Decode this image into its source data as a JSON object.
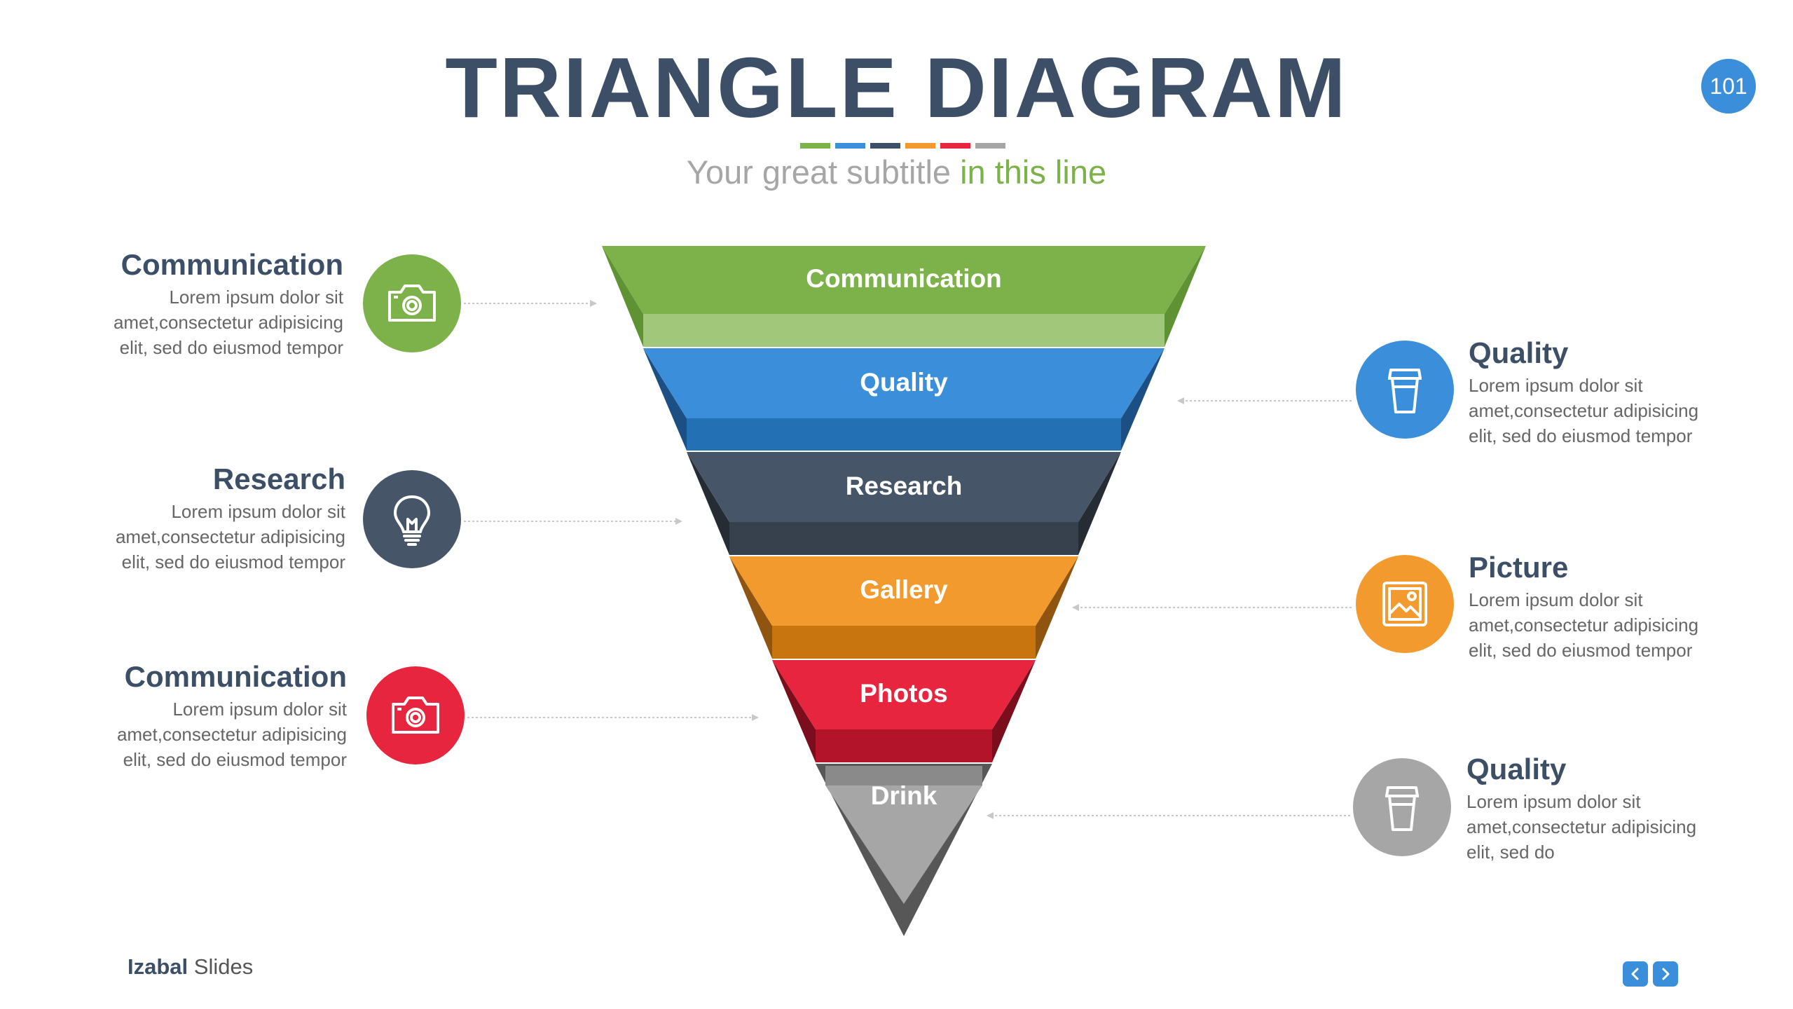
{
  "title": "TRIANGLE DIAGRAM",
  "subtitle": {
    "main": "Your great subtitle ",
    "accent": "in this line"
  },
  "page_number": "101",
  "color_bar_colors": [
    "#7db24a",
    "#3b8ed9",
    "#3d4f66",
    "#f29a2e",
    "#e8253e",
    "#a6a6a6"
  ],
  "funnel": [
    {
      "label": "Communication",
      "color": "#7db24a"
    },
    {
      "label": "Quality",
      "color": "#3b8ed9"
    },
    {
      "label": "Research",
      "color": "#475569"
    },
    {
      "label": "Gallery",
      "color": "#f29a2e"
    },
    {
      "label": "Photos",
      "color": "#e8253e"
    },
    {
      "label": "Drink",
      "color": "#a6a6a6"
    }
  ],
  "left_items": [
    {
      "title": "Communication",
      "desc": [
        "Lorem ipsum dolor sit",
        "amet,consectetur adipisicing",
        "elit, sed do eiusmod tempor"
      ],
      "icon": "camera-icon",
      "color": "#7db24a"
    },
    {
      "title": "Research",
      "desc": [
        "Lorem ipsum dolor sit",
        "amet,consectetur adipisicing",
        "elit, sed do eiusmod tempor"
      ],
      "icon": "lightbulb-icon",
      "color": "#475569"
    },
    {
      "title": "Communication",
      "desc": [
        "Lorem ipsum dolor sit",
        "amet,consectetur adipisicing",
        "elit, sed do eiusmod tempor"
      ],
      "icon": "camera-icon",
      "color": "#e8253e"
    }
  ],
  "right_items": [
    {
      "title": "Quality",
      "desc": [
        "Lorem ipsum dolor sit",
        "amet,consectetur adipisicing",
        "elit, sed do eiusmod tempor"
      ],
      "icon": "cup-icon",
      "color": "#3b8ed9"
    },
    {
      "title": "Picture",
      "desc": [
        "Lorem ipsum dolor sit",
        "amet,consectetur adipisicing",
        "elit, sed do eiusmod tempor"
      ],
      "icon": "picture-icon",
      "color": "#f29a2e"
    },
    {
      "title": "Quality",
      "desc": [
        "Lorem ipsum dolor sit",
        "amet,consectetur adipisicing",
        "elit, sed do"
      ],
      "icon": "cup-icon",
      "color": "#a6a6a6"
    }
  ],
  "footer": {
    "brand": "Izabal",
    "rest": " Slides"
  },
  "nav": {
    "prev_icon": "chevron-left-icon",
    "next_icon": "chevron-right-icon"
  }
}
